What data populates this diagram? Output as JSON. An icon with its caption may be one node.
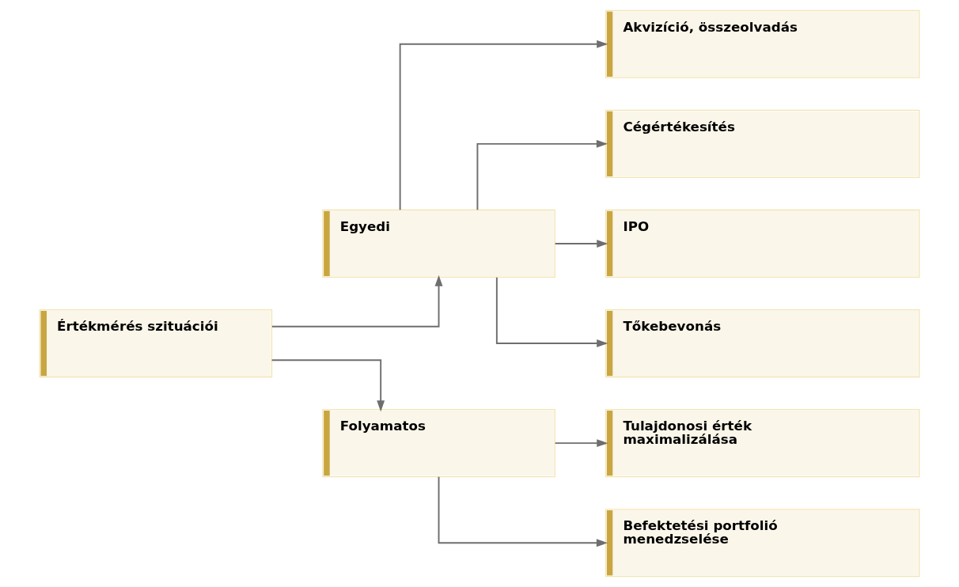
{
  "diagram": {
    "nodes": [
      {
        "text": [
          "Értékmérés szituációi"
        ]
      },
      {
        "text": [
          "Egyedi"
        ]
      },
      {
        "text": [
          "Folyamatos"
        ]
      },
      {
        "text": [
          "Akvizíció, összeolvadás"
        ]
      },
      {
        "text": [
          "Cégértékesítés"
        ]
      },
      {
        "text": [
          "IPO"
        ]
      },
      {
        "text": [
          "Tőkebevonás"
        ]
      },
      {
        "text": [
          "Tulajdonosi érték maximalizálása"
        ]
      },
      {
        "text": [
          "Befektetési portfolió menedzselése"
        ]
      }
    ],
    "edges": [
      {
        "from": 0,
        "to": 1,
        "arrow": "to"
      },
      {
        "from": 0,
        "to": 2,
        "arrow": "to"
      },
      {
        "from": 1,
        "to": 3,
        "arrow": "to"
      },
      {
        "from": 1,
        "to": 4,
        "arrow": "to"
      },
      {
        "from": 1,
        "to": 5,
        "arrow": "to"
      },
      {
        "from": 1,
        "to": 6,
        "arrow": "to"
      },
      {
        "from": 2,
        "to": 7,
        "arrow": "to"
      },
      {
        "from": 2,
        "to": 8,
        "arrow": "to"
      }
    ]
  }
}
